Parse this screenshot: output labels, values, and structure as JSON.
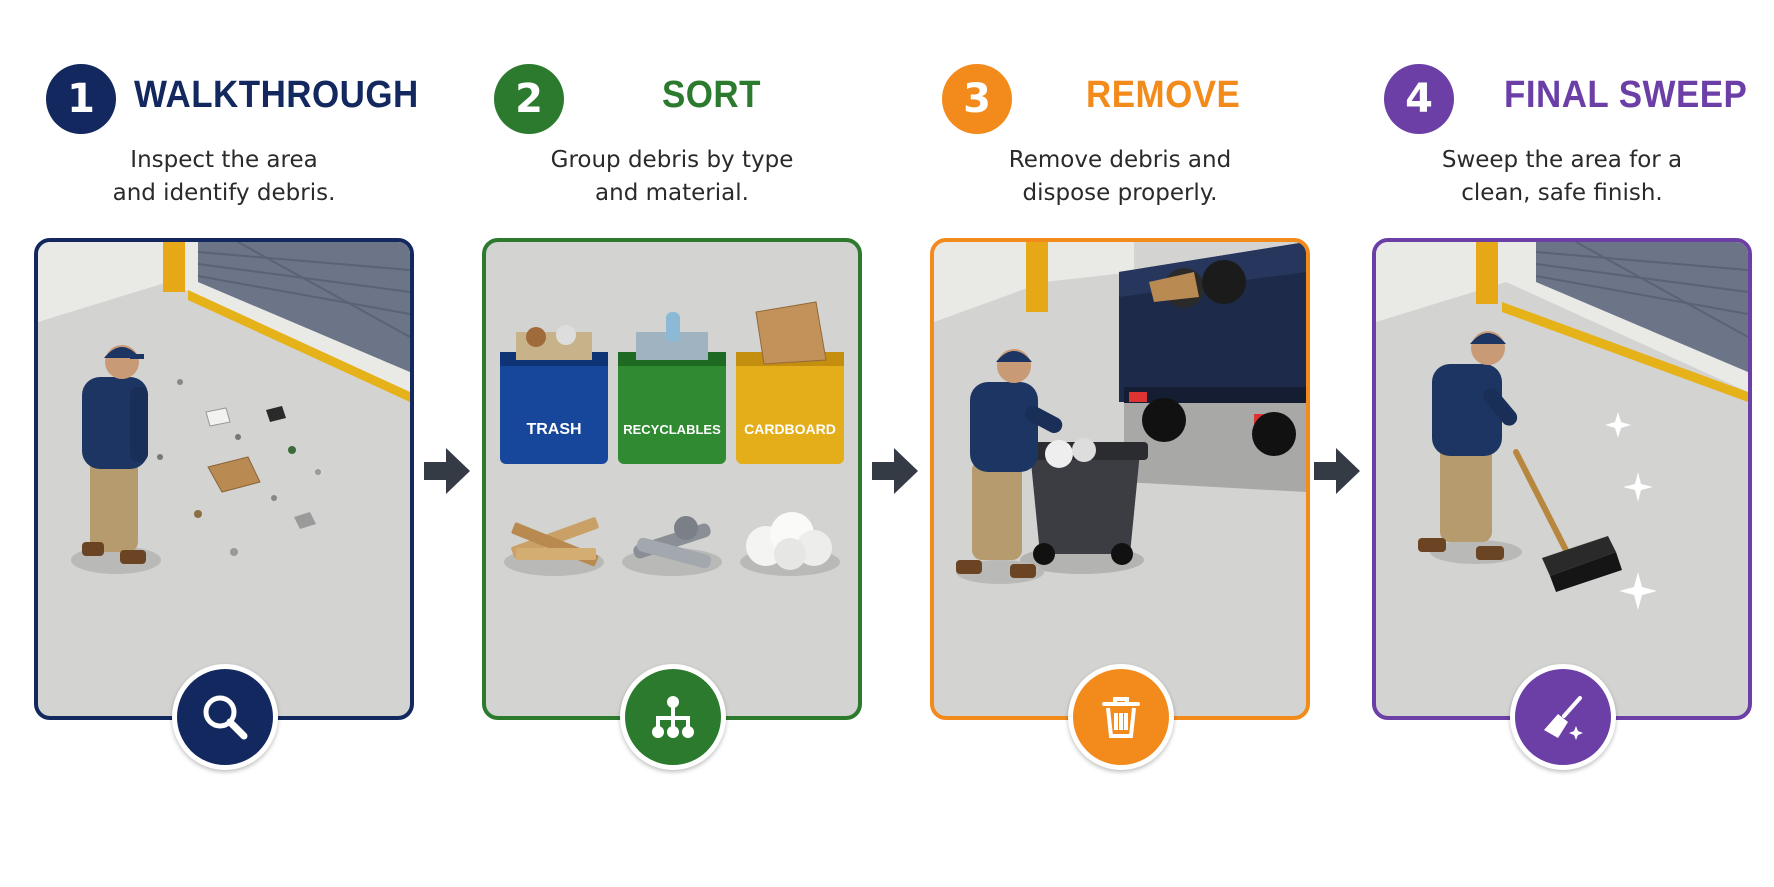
{
  "steps": [
    {
      "number": "1",
      "title": "WALKTHROUGH",
      "desc": [
        "Inspect the area",
        "and identify debris."
      ],
      "color": "#13285f",
      "icon": "magnifier-icon"
    },
    {
      "number": "2",
      "title": "SORT",
      "desc": [
        "Group debris by type",
        "and material."
      ],
      "color": "#2c7a2e",
      "icon": "hierarchy-icon",
      "bins": [
        "TRASH",
        "RECYCLABLES",
        "CARDBOARD"
      ]
    },
    {
      "number": "3",
      "title": "REMOVE",
      "desc": [
        "Remove debris and",
        "dispose properly."
      ],
      "color": "#f28b1c",
      "icon": "trash-can-icon"
    },
    {
      "number": "4",
      "title": "FINAL SWEEP",
      "desc": [
        "Sweep the area for a",
        "clean, safe finish."
      ],
      "color": "#6b3fa6",
      "icon": "broom-icon"
    }
  ],
  "colors": {
    "arrow": "#353b45",
    "floor": "#d3d3d1",
    "wall": "#e9e9e6",
    "door": "#6c7487",
    "post": "#e6a817",
    "worker_shirt": "#1d3563",
    "worker_pants": "#b59b6d"
  }
}
